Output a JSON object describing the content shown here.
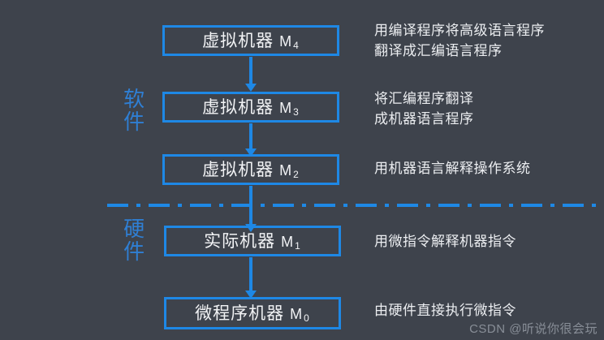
{
  "diagram": {
    "background_color": "#3e434c",
    "accent_color": "#1e88e5",
    "text_color": "#eceef1",
    "side_label_color": "#2f7fd4",
    "layers": [
      {
        "name": "虚拟机器",
        "machine": "M",
        "index": "4",
        "description": "用编译程序将高级语言程序\n翻译成汇编语言程序"
      },
      {
        "name": "虚拟机器",
        "machine": "M",
        "index": "3",
        "description": "将汇编程序翻译\n成机器语言程序"
      },
      {
        "name": "虚拟机器",
        "machine": "M",
        "index": "2",
        "description": "用机器语言解释操作系统"
      },
      {
        "name": "实际机器",
        "machine": "M",
        "index": "1",
        "description": "用微指令解释机器指令"
      },
      {
        "name": "微程序机器",
        "machine": "M",
        "index": "0",
        "description": "由硬件直接执行微指令"
      }
    ],
    "sections": {
      "software": "软件",
      "hardware": "硬件"
    },
    "watermark": "CSDN @听说你很会玩"
  }
}
